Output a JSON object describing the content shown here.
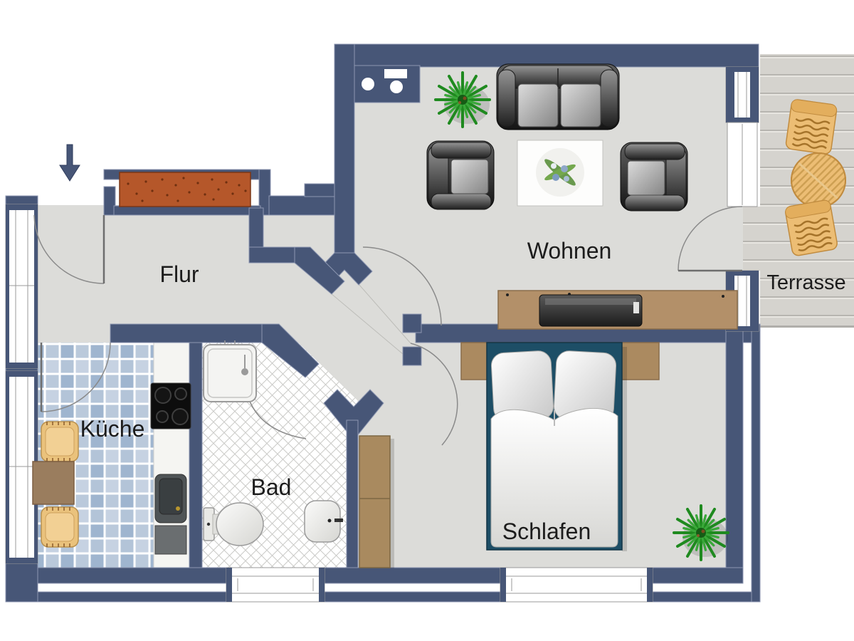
{
  "floorplan": {
    "rooms": [
      {
        "id": "flur",
        "label": "Flur"
      },
      {
        "id": "wohnen",
        "label": "Wohnen"
      },
      {
        "id": "terrasse",
        "label": "Terrasse"
      },
      {
        "id": "kueche",
        "label": "Küche"
      },
      {
        "id": "bad",
        "label": "Bad"
      },
      {
        "id": "schlafen",
        "label": "Schlafen"
      }
    ],
    "furniture": [
      "entrance-arrow",
      "hall-cabinet",
      "sofa",
      "armchair",
      "armchair",
      "coffee-table",
      "plant",
      "plant",
      "tv-sideboard",
      "utility-block",
      "bed",
      "headboard",
      "wardrobe",
      "shower",
      "toilet",
      "bath-sink",
      "kitchen-counter",
      "cooktop",
      "kitchen-sink",
      "dining-table",
      "dining-chair",
      "dining-chair",
      "terrace-table",
      "terrace-chair",
      "terrace-chair"
    ],
    "colors": {
      "wall": "#475677",
      "wallEdge": "#8c96b1",
      "floor": "#dcdcd9",
      "counter": "#f5f5f2",
      "plank": "#d5d3ce",
      "plankLine": "#b7b5b0",
      "plankHi": "#e8e6e1",
      "tileA": "#b3c4d8",
      "tileB": "#c6d2e2",
      "tileC": "#9fb5cf",
      "tileD": "#bac9db",
      "wood": "#b39069",
      "woodDark": "#8a6d4b",
      "headboard": "#ab8a60",
      "bedFrame": "#1d4e66",
      "cabinetOrange": "#b5572a",
      "plantGreen": "#1f8a1f",
      "plantGreenLight": "#3aa83a",
      "terraceWood": "#ecbd74",
      "terraceWoodDark": "#c08b3f",
      "labelColor": "#1c1c1c",
      "arcColor": "#8a8a8a"
    }
  }
}
